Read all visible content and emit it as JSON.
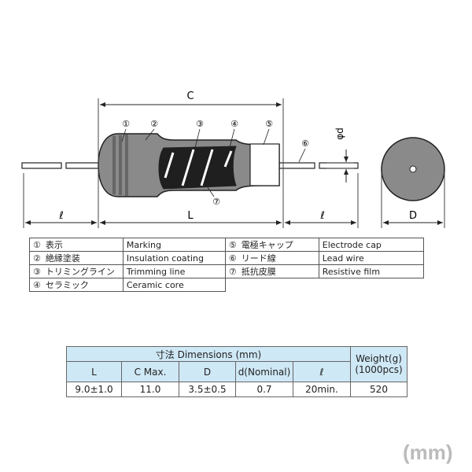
{
  "diagram": {
    "dim_C": "C",
    "dim_L": "L",
    "dim_l_left": "ℓ",
    "dim_l_right": "ℓ",
    "dim_D": "D",
    "dim_d": "φd",
    "callouts": [
      "①",
      "②",
      "③",
      "④",
      "⑤",
      "⑥",
      "⑦"
    ]
  },
  "parts": [
    {
      "num": "①",
      "jp": "表示",
      "en": "Marking"
    },
    {
      "num": "②",
      "jp": "絶縁塗装",
      "en": "Insulation coating"
    },
    {
      "num": "③",
      "jp": "トリミングライン",
      "en": "Trimming line"
    },
    {
      "num": "④",
      "jp": "セラミック",
      "en": "Ceramic core"
    },
    {
      "num": "⑤",
      "jp": "電極キャップ",
      "en": "Electrode cap"
    },
    {
      "num": "⑥",
      "jp": "リード線",
      "en": "Lead wire"
    },
    {
      "num": "⑦",
      "jp": "抵抗皮膜",
      "en": "Resistive film"
    }
  ],
  "dimensions": {
    "group_header": "寸法  Dimensions  (mm)",
    "weight_header_line1": "Weight(g)",
    "weight_header_line2": "(1000pcs)",
    "columns": [
      "L",
      "C Max.",
      "D",
      "d(Nominal)",
      "ℓ"
    ],
    "values": [
      "9.0±1.0",
      "11.0",
      "3.5±0.5",
      "0.7",
      "20min.",
      "520"
    ]
  },
  "unit_label": "(mm)",
  "colors": {
    "header_bg": "#cfe8f6",
    "unit_label": "#bbbbbb",
    "body": "#8a8a8a"
  }
}
